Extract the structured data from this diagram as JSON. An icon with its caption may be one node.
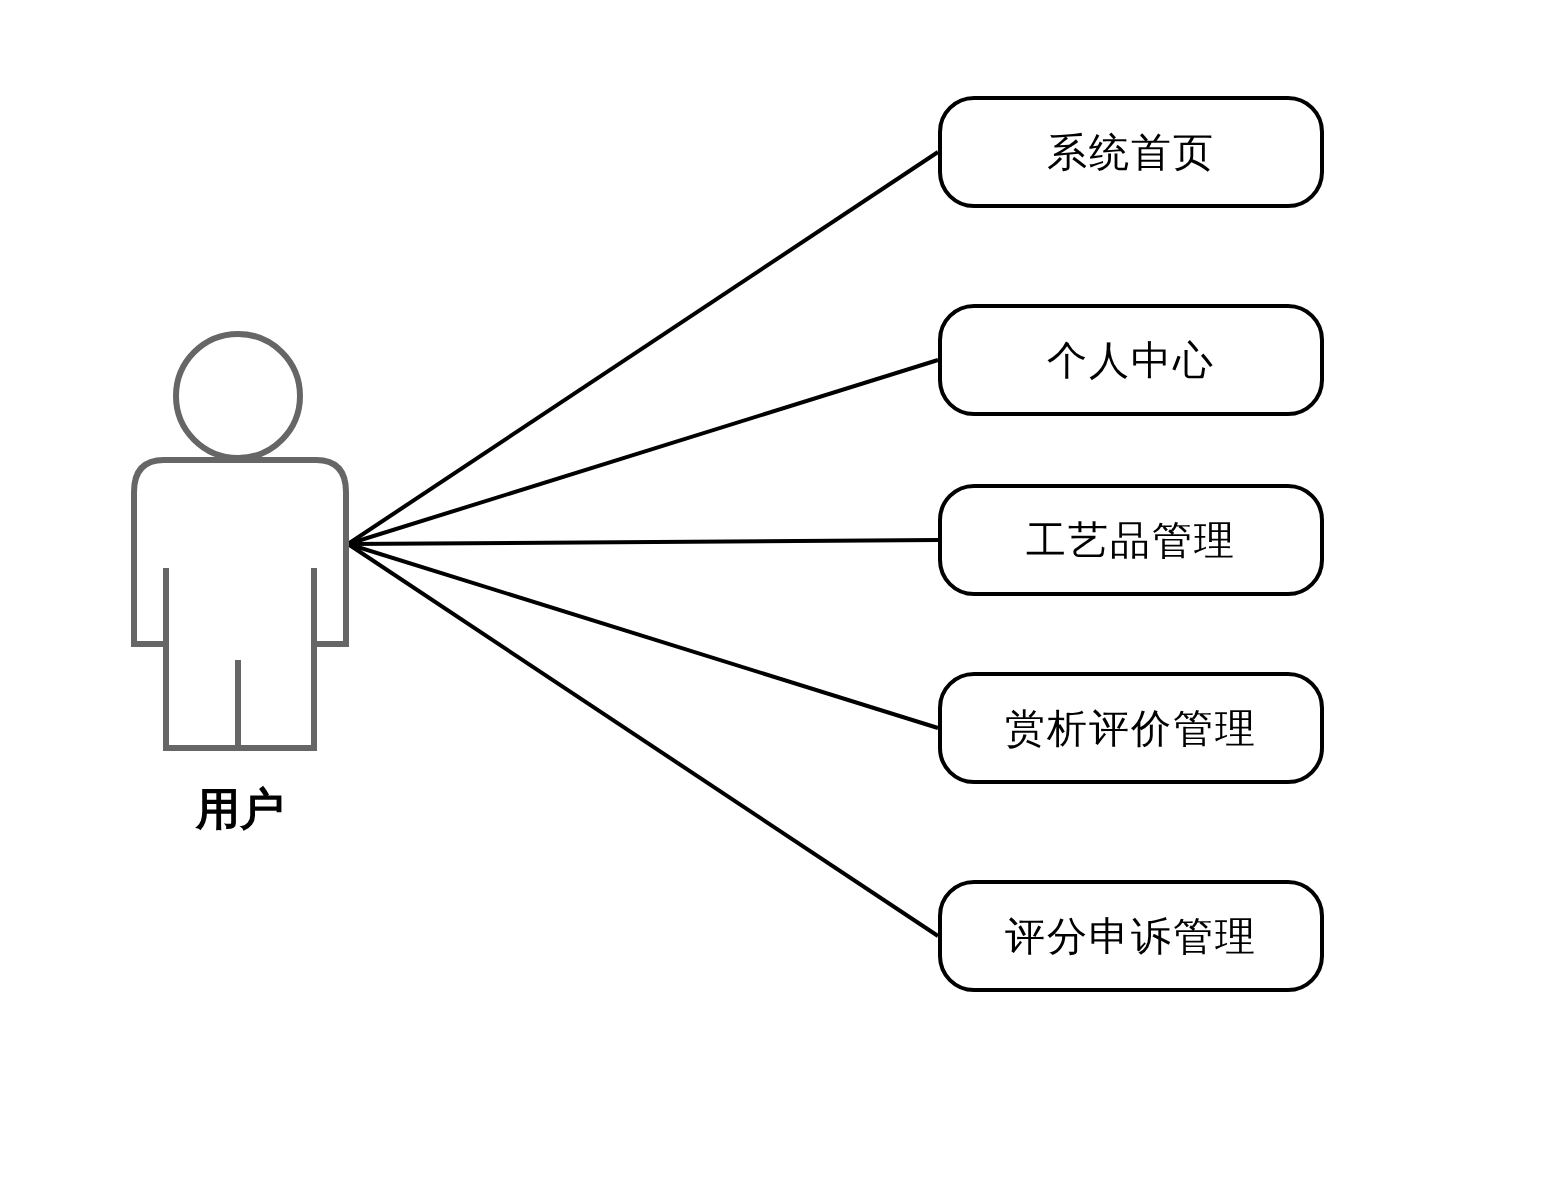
{
  "diagram": {
    "nodes": [
      {
        "text": [
          "用户"
        ]
      },
      {
        "text": [
          "系统首页"
        ]
      },
      {
        "text": [
          "个人中心"
        ]
      },
      {
        "text": [
          "工艺品管理"
        ]
      },
      {
        "text": [
          "赏析评价管理"
        ]
      },
      {
        "text": [
          "评分申诉管理"
        ]
      }
    ],
    "edges": [
      {
        "from": 0,
        "to": 1,
        "arrow": "none"
      },
      {
        "from": 0,
        "to": 2,
        "arrow": "none"
      },
      {
        "from": 0,
        "to": 3,
        "arrow": "none"
      },
      {
        "from": 0,
        "to": 4,
        "arrow": "none"
      },
      {
        "from": 0,
        "to": 5,
        "arrow": "none"
      }
    ]
  }
}
